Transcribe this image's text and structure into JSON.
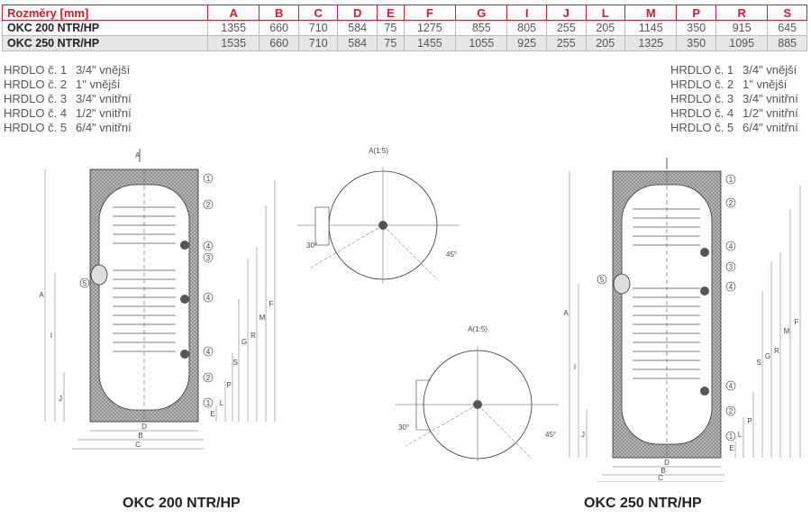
{
  "table": {
    "header_label": "Rozměry [mm]",
    "columns": [
      "A",
      "B",
      "C",
      "D",
      "E",
      "F",
      "G",
      "I",
      "J",
      "L",
      "M",
      "P",
      "R",
      "S"
    ],
    "rows": [
      {
        "model": "OKC 200 NTR/HP",
        "values": [
          "1355",
          "660",
          "710",
          "584",
          "75",
          "1275",
          "855",
          "805",
          "255",
          "205",
          "1145",
          "350",
          "915",
          "645"
        ]
      },
      {
        "model": "OKC 250 NTR/HP",
        "values": [
          "1535",
          "660",
          "710",
          "584",
          "75",
          "1455",
          "1055",
          "925",
          "255",
          "205",
          "1325",
          "350",
          "1095",
          "885"
        ]
      }
    ]
  },
  "legend": [
    {
      "key": "HRDLO č. 1",
      "value": "3/4\" vnější"
    },
    {
      "key": "HRDLO č. 2",
      "value": "1\" vnější"
    },
    {
      "key": "HRDLO č. 3",
      "value": "3/4\" vnitřní"
    },
    {
      "key": "HRDLO č. 4",
      "value": "1/2\" vnitřní"
    },
    {
      "key": "HRDLO č. 5",
      "value": "6/4\" vnitřní"
    }
  ],
  "diagrams": {
    "left_caption": "OKC 200 NTR/HP",
    "right_caption": "OKC 250 NTR/HP",
    "top_view_label": "A(1:5)",
    "view_arrow_label": "A",
    "angle_left": "30°",
    "angle_right": "45°",
    "port_numbers": [
      "1",
      "2",
      "4",
      "3",
      "4",
      "4",
      "2",
      "1",
      "5"
    ],
    "dim_letters": [
      "A",
      "I",
      "J",
      "D",
      "B",
      "C",
      "E",
      "L",
      "P",
      "S",
      "G",
      "R",
      "M",
      "F"
    ]
  },
  "colors": {
    "accent": "#c8202f",
    "row_alt": "#e6e6e6"
  }
}
